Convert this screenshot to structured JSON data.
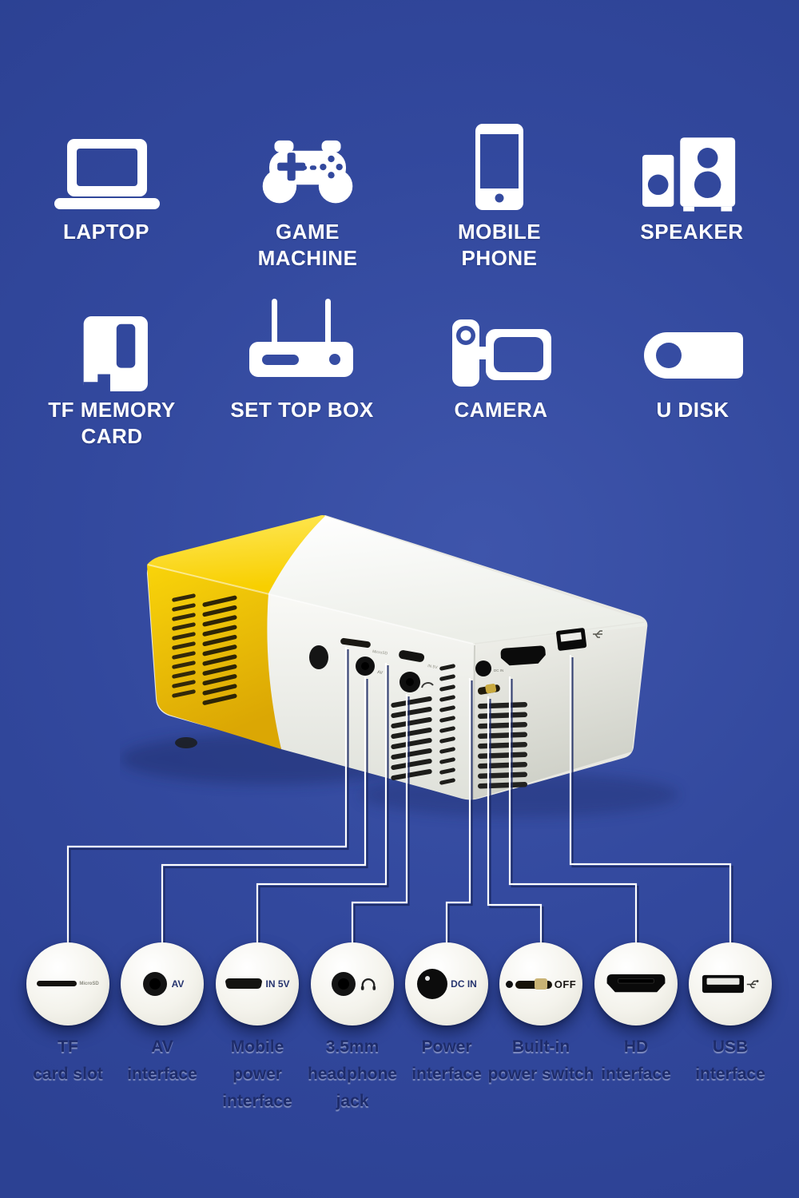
{
  "colors": {
    "background_blue": "#32489d",
    "light_blue": "#4156ab",
    "projector_yellow": "#f6d004",
    "projector_white": "#f4f4f0",
    "caption_navy": "#1e2c6b",
    "label_white": "#ffffff"
  },
  "devices": {
    "row1": [
      {
        "name": "laptop",
        "label_lines": [
          "LAPTOP"
        ]
      },
      {
        "name": "game-machine",
        "label_lines": [
          "GAME",
          "MACHINE"
        ]
      },
      {
        "name": "mobile-phone",
        "label_lines": [
          "MOBILE",
          "PHONE"
        ]
      },
      {
        "name": "speaker",
        "label_lines": [
          "SPEAKER"
        ]
      }
    ],
    "row2": [
      {
        "name": "tf-memory-card",
        "label_lines": [
          "TF MEMORY",
          "CARD"
        ]
      },
      {
        "name": "set-top-box",
        "label_lines": [
          "SET TOP BOX"
        ]
      },
      {
        "name": "camera",
        "label_lines": [
          "CAMERA"
        ]
      },
      {
        "name": "u-disk",
        "label_lines": [
          "U DISK"
        ]
      }
    ]
  },
  "projector": {
    "port_marks": {
      "microsd": "MicroSD",
      "av": "AV",
      "in5v": "IN 5V",
      "dcin": "DC IN"
    }
  },
  "ports": [
    {
      "name": "tf-card-slot",
      "port_label": "MicroSD",
      "caption_lines": [
        "TF",
        "card slot"
      ]
    },
    {
      "name": "av-interface",
      "port_label": "AV",
      "caption_lines": [
        "AV",
        "interface"
      ]
    },
    {
      "name": "mobile-power-interface",
      "port_label": "IN 5V",
      "caption_lines": [
        "Mobile",
        "power",
        "interface"
      ]
    },
    {
      "name": "headphone-jack",
      "port_label": "",
      "caption_lines": [
        "3.5mm",
        "headphone",
        "jack"
      ]
    },
    {
      "name": "power-interface",
      "port_label": "DC IN",
      "caption_lines": [
        "Power",
        "interface"
      ]
    },
    {
      "name": "power-switch",
      "port_label": "OFF",
      "caption_lines": [
        "Built-in",
        "power switch"
      ]
    },
    {
      "name": "hd-interface",
      "port_label": "",
      "caption_lines": [
        "HD",
        "interface"
      ]
    },
    {
      "name": "usb-interface",
      "port_label": "",
      "caption_lines": [
        "USB",
        "interface"
      ]
    }
  ]
}
